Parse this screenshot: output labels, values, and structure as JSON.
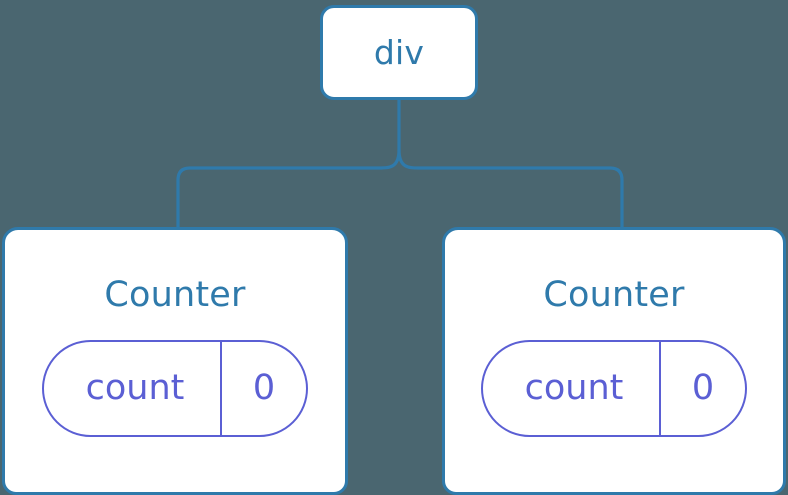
{
  "diagram": {
    "type": "component-tree",
    "background_color": "#4a6670",
    "node_border_color": "#2f7aab",
    "node_fill_color": "#ffffff",
    "connector_color": "#2f7aab",
    "state_pill_color": "#5b5fd4",
    "root": {
      "label": "div",
      "tag_kind": "html-element"
    },
    "children": [
      {
        "title": "Counter",
        "state": {
          "key": "count",
          "value": "0"
        }
      },
      {
        "title": "Counter",
        "state": {
          "key": "count",
          "value": "0"
        }
      }
    ]
  }
}
